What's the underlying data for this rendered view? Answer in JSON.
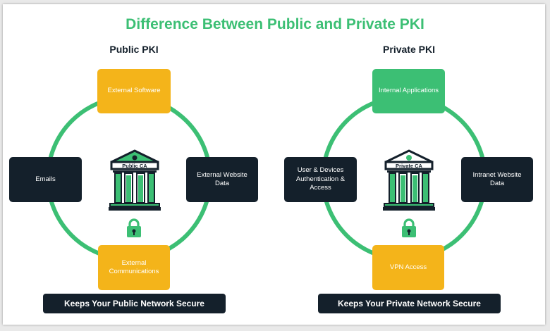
{
  "title": "Difference Between Public and Private PKI",
  "colors": {
    "accent_green": "#3cbf74",
    "accent_yellow": "#f4b41a",
    "dark_navy": "#14202b"
  },
  "public": {
    "heading": "Public PKI",
    "ca_label": "Public CA",
    "top": "External Software",
    "left": "Emails",
    "right": "External Website Data",
    "bottom": "External Communications",
    "footer": "Keeps Your Public Network Secure"
  },
  "private": {
    "heading": "Private PKI",
    "ca_label": "Private CA",
    "top": "Internal Applications",
    "left": "User & Devices Authentication & Access",
    "right": "Intranet Website Data",
    "bottom": "VPN Access",
    "footer": "Keeps Your Private Network Secure"
  },
  "icons": {
    "ca": "bank-building-icon",
    "security": "padlock-icon"
  }
}
